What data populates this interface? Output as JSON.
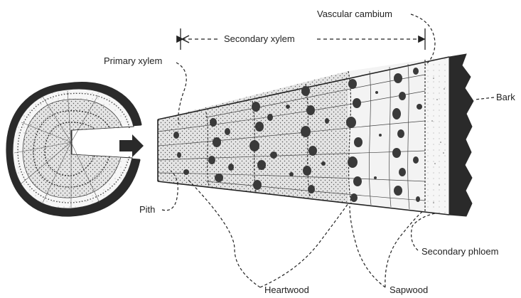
{
  "labels": {
    "vascular_cambium": "Vascular cambium",
    "secondary_xylem": "Secondary xylem",
    "primary_xylem": "Primary xylem",
    "bark": "Bark",
    "pith": "Pith",
    "secondary_phloem": "Secondary phloem",
    "heartwood": "Heartwood",
    "sapwood": "Sapwood"
  },
  "colors": {
    "ink": "#222222",
    "bark": "#2a2a2a",
    "heartwood_fill": "#d6d6d6",
    "sapwood_fill": "#f2f2f2",
    "vessel": "#3a3a3a"
  }
}
